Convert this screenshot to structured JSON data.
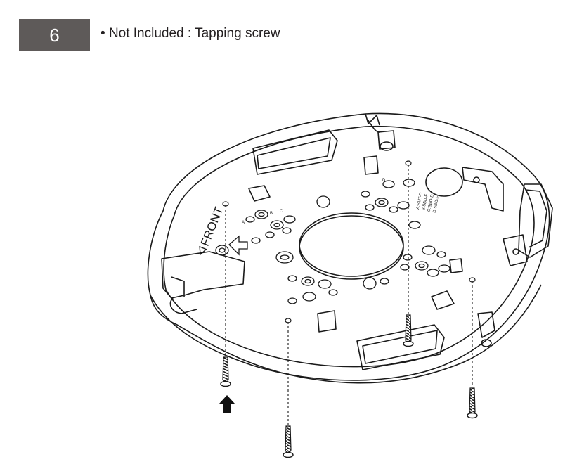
{
  "step": {
    "number": "6"
  },
  "note": {
    "bullet": "•",
    "text": "Not Included : Tapping screw"
  },
  "diagram": {
    "front_label": "FRONT",
    "hole_labels": [
      "A",
      "B",
      "C",
      "D"
    ],
    "part_codes": [
      "A:SMT-D",
      "B:SBD-F",
      "C:SBO-D",
      "D:SBO-E"
    ]
  },
  "colors": {
    "step_box": "#5e5a59",
    "text": "#231f20",
    "line": "#1a1a1a"
  },
  "icons": [
    "up-arrow-icon",
    "screw-icon"
  ]
}
